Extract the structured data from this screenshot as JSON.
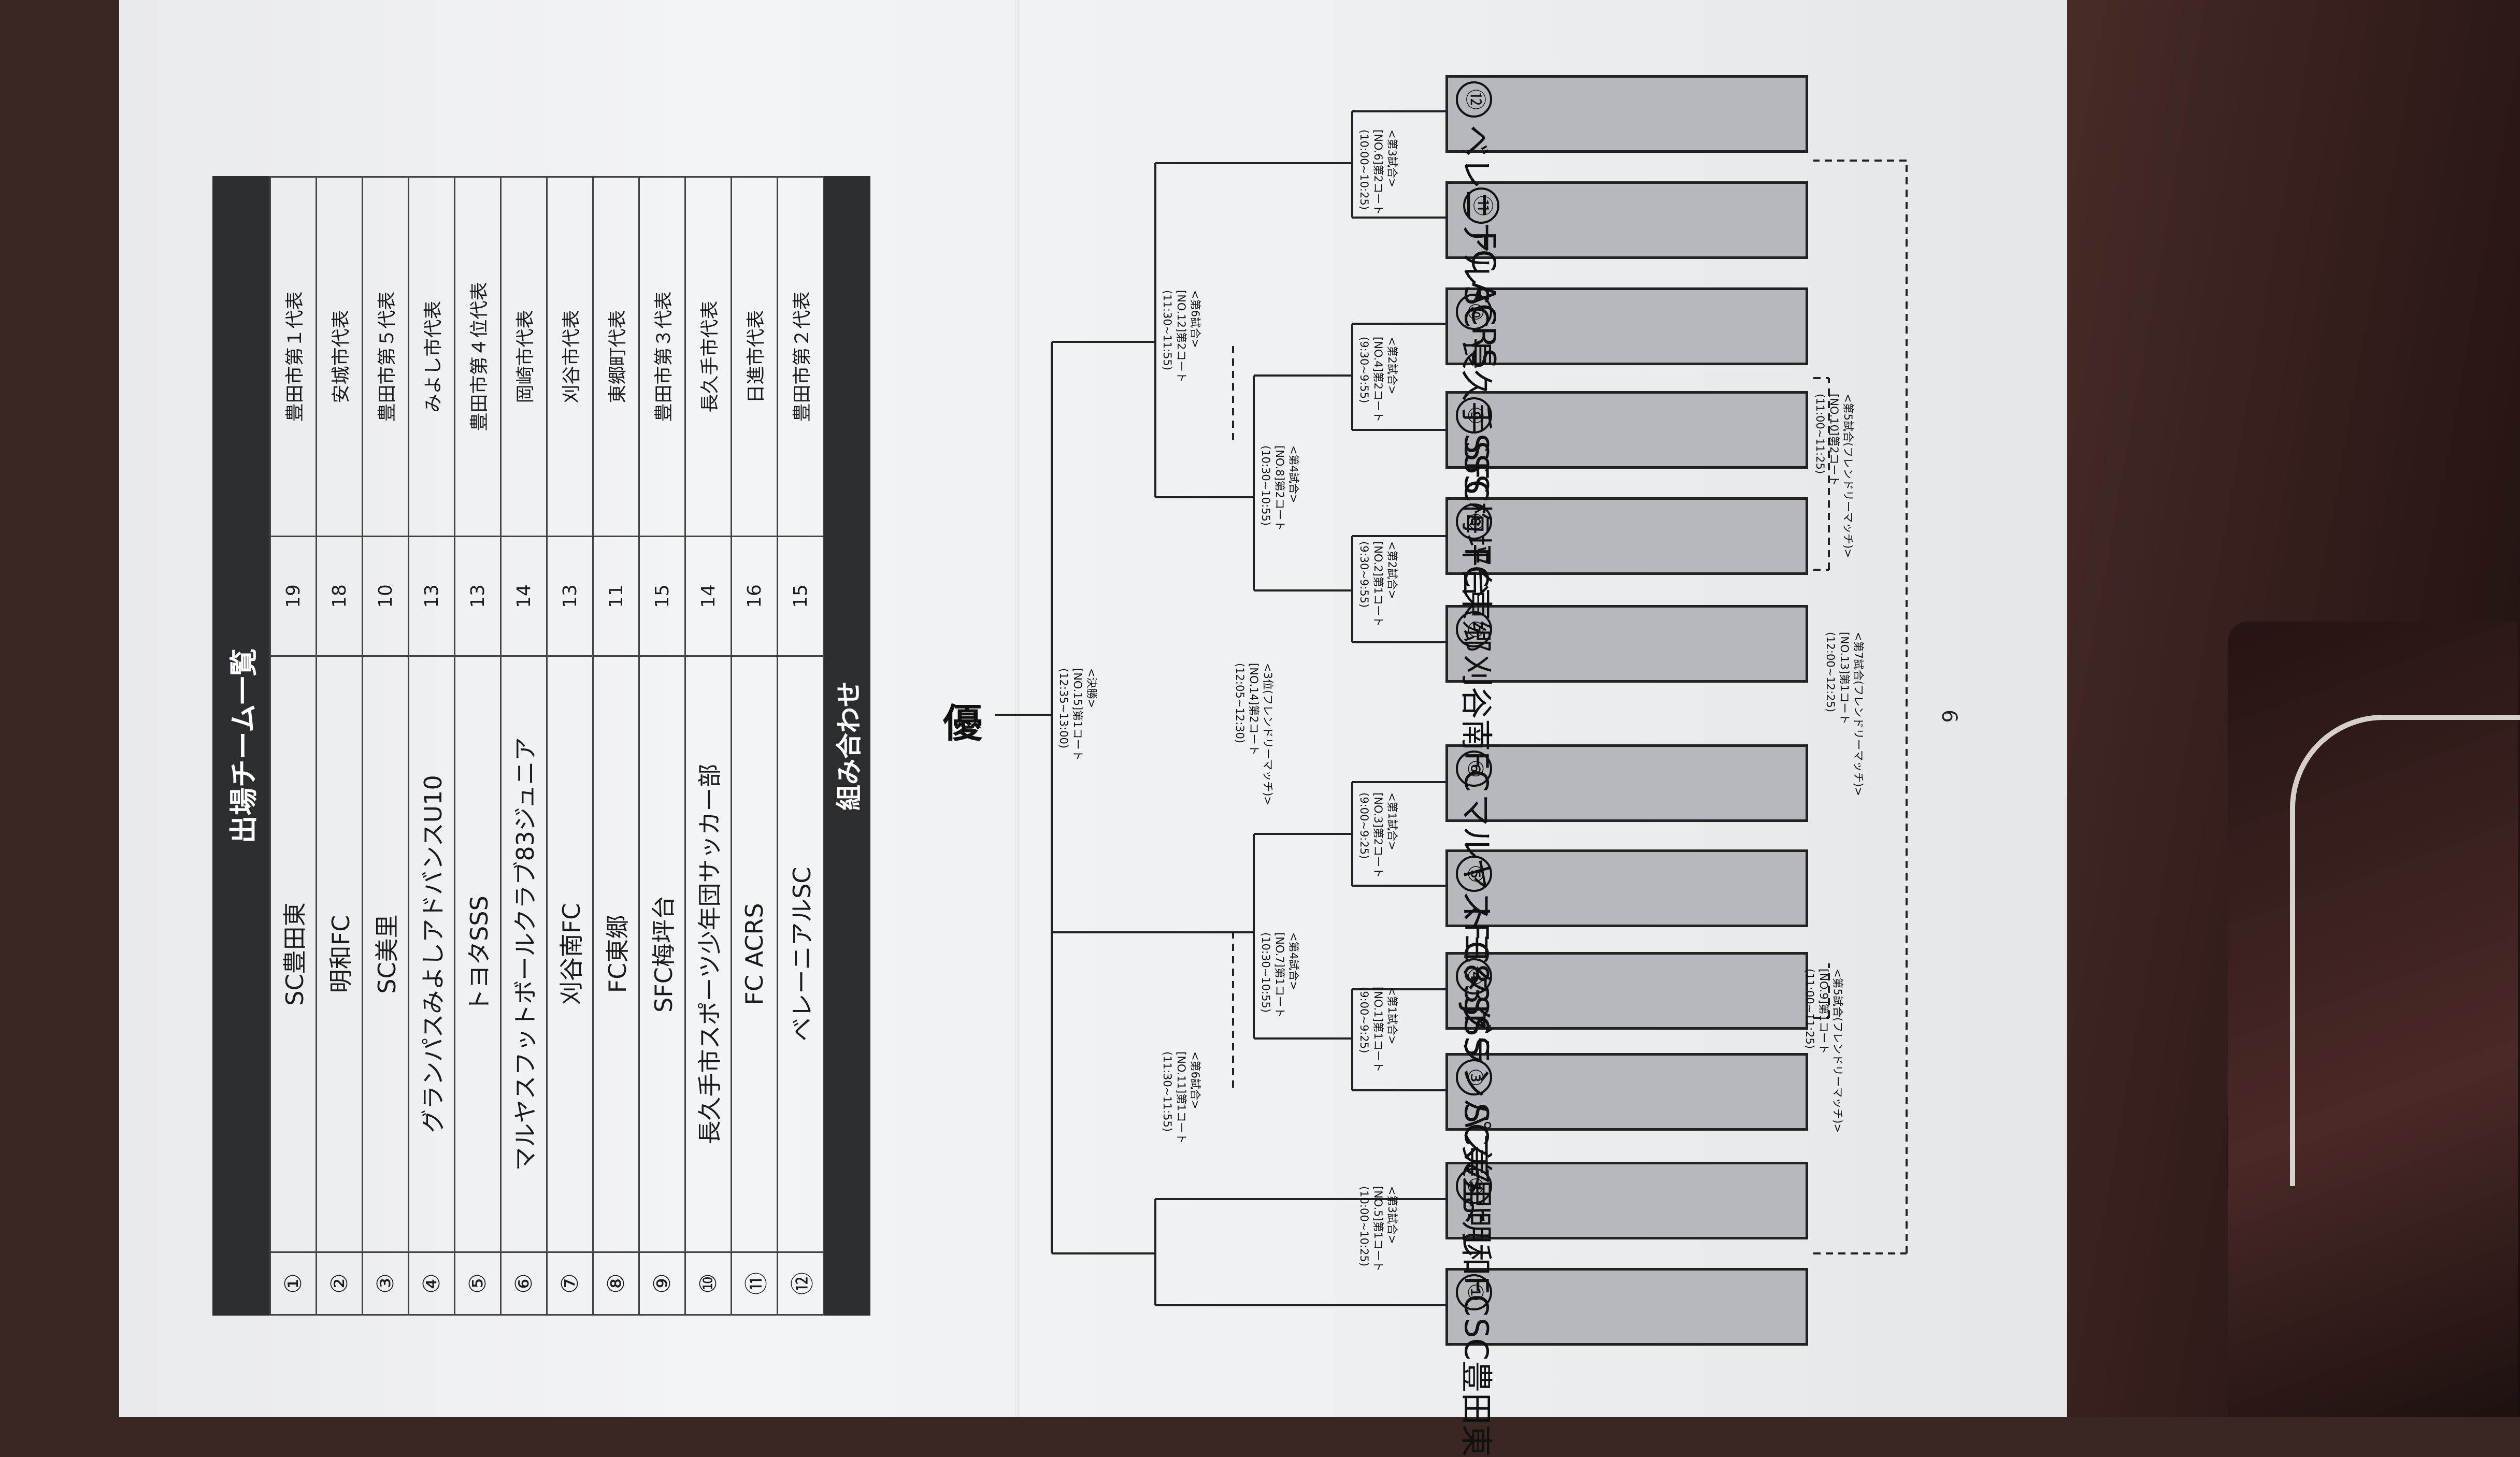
{
  "team_list": {
    "title": "出場チーム一覧",
    "rows": [
      {
        "no": "①",
        "name": "SC豊田東",
        "players": "19",
        "rep": "豊田市第１代表"
      },
      {
        "no": "②",
        "name": "明和FC",
        "players": "18",
        "rep": "安城市代表"
      },
      {
        "no": "③",
        "name": "SC美里",
        "players": "10",
        "rep": "豊田市第５代表"
      },
      {
        "no": "④",
        "name": "グランパスみよしアドバンスU10",
        "players": "13",
        "rep": "みよし市代表"
      },
      {
        "no": "⑤",
        "name": "トヨタSSS",
        "players": "13",
        "rep": "豊田市第４位代表"
      },
      {
        "no": "⑥",
        "name": "マルヤスフットボールクラブ83ジュニア",
        "players": "14",
        "rep": "岡崎市代表"
      },
      {
        "no": "⑦",
        "name": "刈谷南FC",
        "players": "13",
        "rep": "刈谷市代表"
      },
      {
        "no": "⑧",
        "name": "FC東郷",
        "players": "11",
        "rep": "東郷町代表"
      },
      {
        "no": "⑨",
        "name": "SFC梅坪台",
        "players": "15",
        "rep": "豊田市第３代表"
      },
      {
        "no": "⑩",
        "name": "長久手市スポーツ少年団サッカー部",
        "players": "14",
        "rep": "長久手市代表"
      },
      {
        "no": "⑪",
        "name": "FC ACRS",
        "players": "16",
        "rep": "日進市代表"
      },
      {
        "no": "⑫",
        "name": "ベレーニアルSC",
        "players": "15",
        "rep": "豊田市第２代表"
      }
    ]
  },
  "bracket": {
    "title": "組み合わせ",
    "champion_label": "優",
    "page_number": "6",
    "teams": [
      {
        "no": "①",
        "name": "SC豊田東"
      },
      {
        "no": "②",
        "name": "明和FC"
      },
      {
        "no": "③",
        "name": "SC美里"
      },
      {
        "no": "④",
        "name": "グランパスみよし"
      },
      {
        "no": "⑤",
        "name": "トヨタSSS"
      },
      {
        "no": "⑥",
        "name": "マルヤスFC83Jr"
      },
      {
        "no": "⑦",
        "name": "刈谷南FC"
      },
      {
        "no": "⑧",
        "name": "FC東郷"
      },
      {
        "no": "⑨",
        "name": "SFC梅坪台"
      },
      {
        "no": "⑩",
        "name": "長久手SSS"
      },
      {
        "no": "⑪",
        "name": "FC ACRS"
      },
      {
        "no": "⑫",
        "name": "ベレニアルSC"
      }
    ],
    "matches": [
      {
        "id": "m5",
        "lines": [
          "<第3試合>",
          "[NO.5]第1コート",
          "(10:00~10:25)"
        ]
      },
      {
        "id": "m1",
        "lines": [
          "<第1試合>",
          "[NO.1]第1コート",
          "(9:00~9:25)"
        ]
      },
      {
        "id": "m3",
        "lines": [
          "<第1試合>",
          "[NO.3]第2コート",
          "(9:00~9:25)"
        ]
      },
      {
        "id": "m7",
        "lines": [
          "<第4試合>",
          "[NO.7]第1コート",
          "(10:30~10:55)"
        ]
      },
      {
        "id": "m11",
        "lines": [
          "<第6試合>",
          "[NO.11]第1コート",
          "(11:30~11:55)"
        ]
      },
      {
        "id": "m9",
        "lines": [
          "<第5試合(フレンドリーマッチ)>",
          "[NO.9]第1コート",
          "(11:00~11:25)"
        ]
      },
      {
        "id": "m15",
        "lines": [
          "<決勝>",
          "[NO.15]第1コート",
          "(12:35~13:00)"
        ]
      },
      {
        "id": "m14",
        "lines": [
          "<3位(フレンドリーマッチ)>",
          "[NO.14]第2コート",
          "(12:05~12:30)"
        ]
      },
      {
        "id": "m13",
        "lines": [
          "<第7試合(フレンドリーマッチ)>",
          "[NO.13]第1コート",
          "(12:00~12:25)"
        ]
      },
      {
        "id": "m2",
        "lines": [
          "<第2試合>",
          "[NO.2]第1コート",
          "(9:30~9:55)"
        ]
      },
      {
        "id": "m4",
        "lines": [
          "<第2試合>",
          "[NO.4]第2コート",
          "(9:30~9:55)"
        ]
      },
      {
        "id": "m8",
        "lines": [
          "<第4試合>",
          "[NO.8]第2コート",
          "(10:30~10:55)"
        ]
      },
      {
        "id": "m6",
        "lines": [
          "<第3試合>",
          "[NO.6]第2コート",
          "(10:00~10:25)"
        ]
      },
      {
        "id": "m12",
        "lines": [
          "<第6試合>",
          "[NO.12]第2コート",
          "(11:30~11:55)"
        ]
      },
      {
        "id": "m10",
        "lines": [
          "<第5試合(フレンドリーマッチ)>",
          "[NO.10]第2コート",
          "(11:00~11:25)"
        ]
      }
    ]
  }
}
